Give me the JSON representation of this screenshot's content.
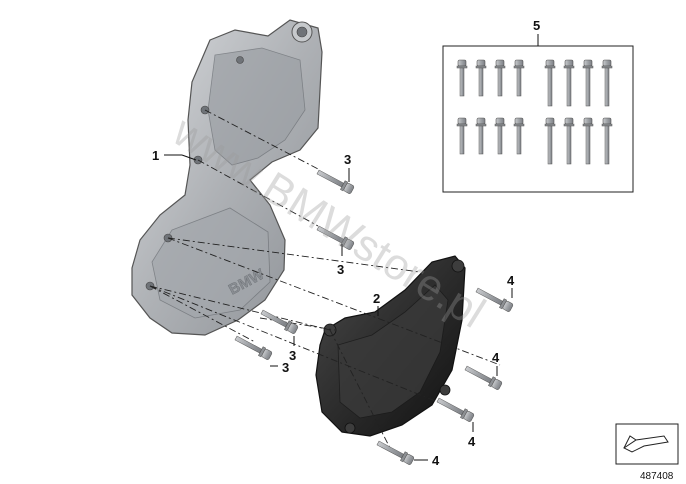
{
  "callouts": {
    "c1": "1",
    "c2": "2",
    "c3a": "3",
    "c3b": "3",
    "c3c": "3",
    "c3d": "3",
    "c4a": "4",
    "c4b": "4",
    "c4c": "4",
    "c4d": "4",
    "c5": "5"
  },
  "cover_logo": "BMW",
  "watermark": "www.BMWstore.pl",
  "diagram_number": "487408",
  "colors": {
    "cover_silver": "#b9bcc0",
    "cover_dark": "#7f8388",
    "cover_black": "#2b2b2b",
    "bolt": "#a7a9ac",
    "line": "#111111"
  }
}
